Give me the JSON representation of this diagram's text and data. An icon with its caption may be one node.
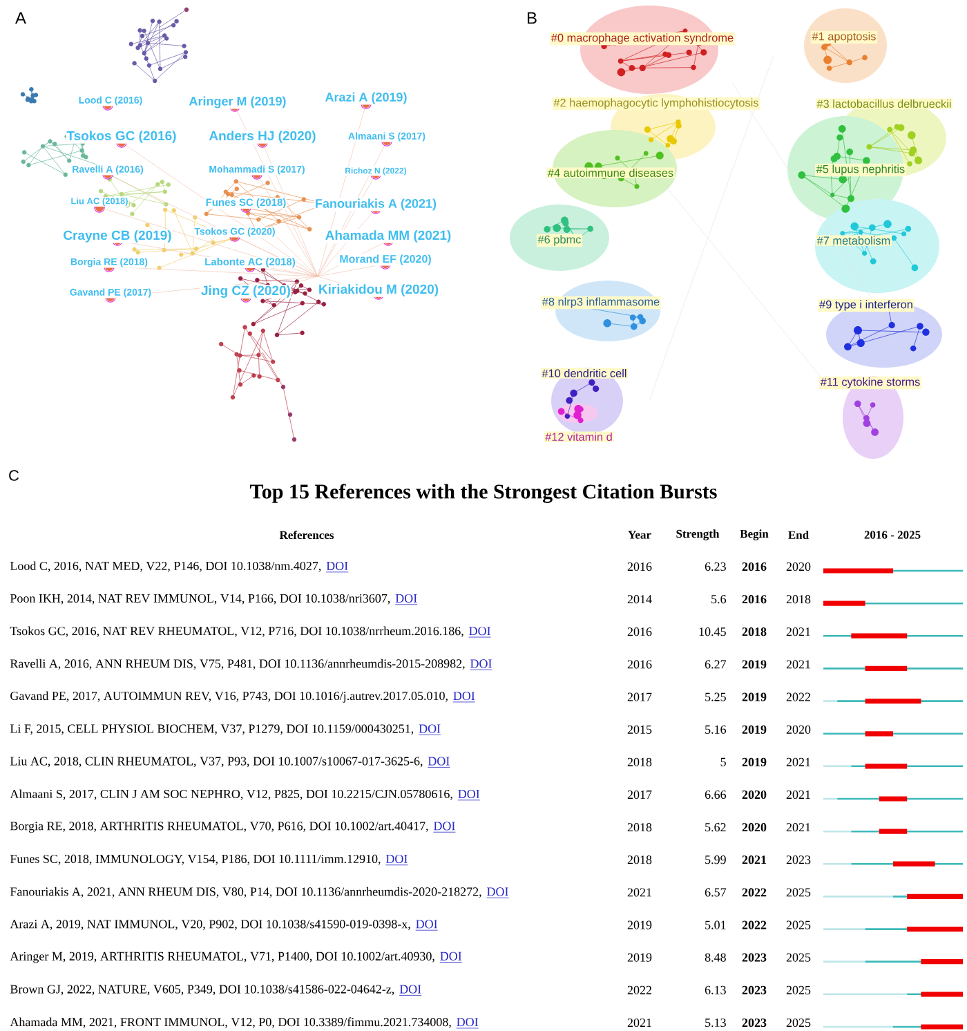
{
  "diagram": {
    "labels": [
      "A",
      "Lood C (2016)",
      "Aringer M (2019)",
      "Arazi A (2019)",
      "Tsokos GC (2016)",
      "Anders HJ (2020)",
      "Almaani S (2017)",
      "Ravelli A (2016)",
      "Mohammadi S (2017)",
      "Richoz N (2022)",
      "Liu AC (2018)",
      "Funes SC (2018)",
      "Fanouriakis A (2021)",
      "Crayne CB (2019)",
      "Tsokos GC (2020)",
      "Ahamada MM (2021)",
      "Borgia RE (2018)",
      "Labonte AC (2018)",
      "Morand EF (2020)",
      "Gavand PE (2017)",
      "Jing CZ (2020)",
      "Kiriakidou M (2020)",
      "B",
      "#0 macrophage activation syndrome",
      "#1 apoptosis",
      "#2 haemophagocytic lymphohistiocytosis",
      "#3 lactobacillus delbrueckii",
      "#4 autoimmune diseases",
      "#5 lupus nephritis",
      "#6 pbmc",
      "#7 metabolism",
      "#8 nlrp3 inflammasome",
      "#9 type i interferon",
      "#10 dendritic cell",
      "#11 cytokine storms",
      "#12 vitamin d",
      "C",
      "Top 15 References with the Strongest Citation Bursts",
      "References",
      "Year",
      "Strength",
      "Begin",
      "End",
      "2016 - 2025",
      "Lood C, 2016, NAT MED, V22, P146, DOI 10.1038/nm.4027,",
      "DOI",
      "2016",
      "6.23",
      "2016",
      "2020",
      "Poon IKH, 2014, NAT REV IMMUNOL, V14, P166, DOI 10.1038/nri3607,",
      "DOI",
      "2014",
      "5.6",
      "2016",
      "2018",
      "Tsokos GC, 2016, NAT REV RHEUMATOL, V12, P716, DOI 10.1038/nrrheum.2016.186,",
      "DOI",
      "2016",
      "10.45",
      "2018",
      "2021",
      "Ravelli A, 2016, ANN RHEUM DIS, V75, P481, DOI 10.1136/annrheumdis-2015-208982,",
      "DOI",
      "2016",
      "6.27",
      "2019",
      "2021",
      "Gavand PE, 2017, AUTOIMMUN REV, V16, P743, DOI 10.1016/j.autrev.2017.05.010,",
      "DOI",
      "2017",
      "5.25",
      "2019",
      "2022",
      "Li F, 2015, CELL PHYSIOL BIOCHEM, V37, P1279, DOI 10.1159/000430251,",
      "DOI",
      "2015",
      "5.16",
      "2019",
      "2020",
      "Liu AC, 2018, CLIN RHEUMATOL, V37, P93, DOI 10.1007/s10067-017-3625-6,",
      "DOI",
      "2018",
      "5",
      "2019",
      "2021",
      "Almaani S, 2017, CLIN J AM SOC NEPHRO, V12, P825, DOI 10.2215/CJN.05780616,",
      "DOI",
      "2017",
      "6.66",
      "2020",
      "2021",
      "Borgia RE, 2018, ARTHRITIS RHEUMATOL, V70, P616, DOI 10.1002/art.40417,",
      "DOI",
      "2018",
      "5.62",
      "2020",
      "2021",
      "Funes SC, 2018, IMMUNOLOGY, V154, P186, DOI 10.1111/imm.12910,",
      "DOI",
      "2018",
      "5.99",
      "2021",
      "2023",
      "Fanouriakis A, 2021, ANN RHEUM DIS, V80, P14, DOI 10.1136/annrheumdis-2020-218272,",
      "DOI",
      "2021",
      "6.57",
      "2022",
      "2025",
      "Arazi A, 2019, NAT IMMUNOL, V20, P902, DOI 10.1038/s41590-019-0398-x,",
      "DOI",
      "2019",
      "5.01",
      "2022",
      "2025",
      "Aringer M, 2019, ARTHRITIS RHEUMATOL, V71, P1400, DOI 10.1002/art.40930,",
      "DOI",
      "2019",
      "8.48",
      "2023",
      "2025",
      "Brown GJ, 2022, NATURE, V605, P349, DOI 10.1038/s41586-022-04642-z,",
      "DOI",
      "2022",
      "6.13",
      "2023",
      "2025",
      "Ahamada MM, 2021, FRONT IMMUNOL, V12, P0, DOI 10.3389/fimmu.2021.734008,",
      "DOI",
      "2021",
      "5.13",
      "2023",
      "2025"
    ]
  }
}
